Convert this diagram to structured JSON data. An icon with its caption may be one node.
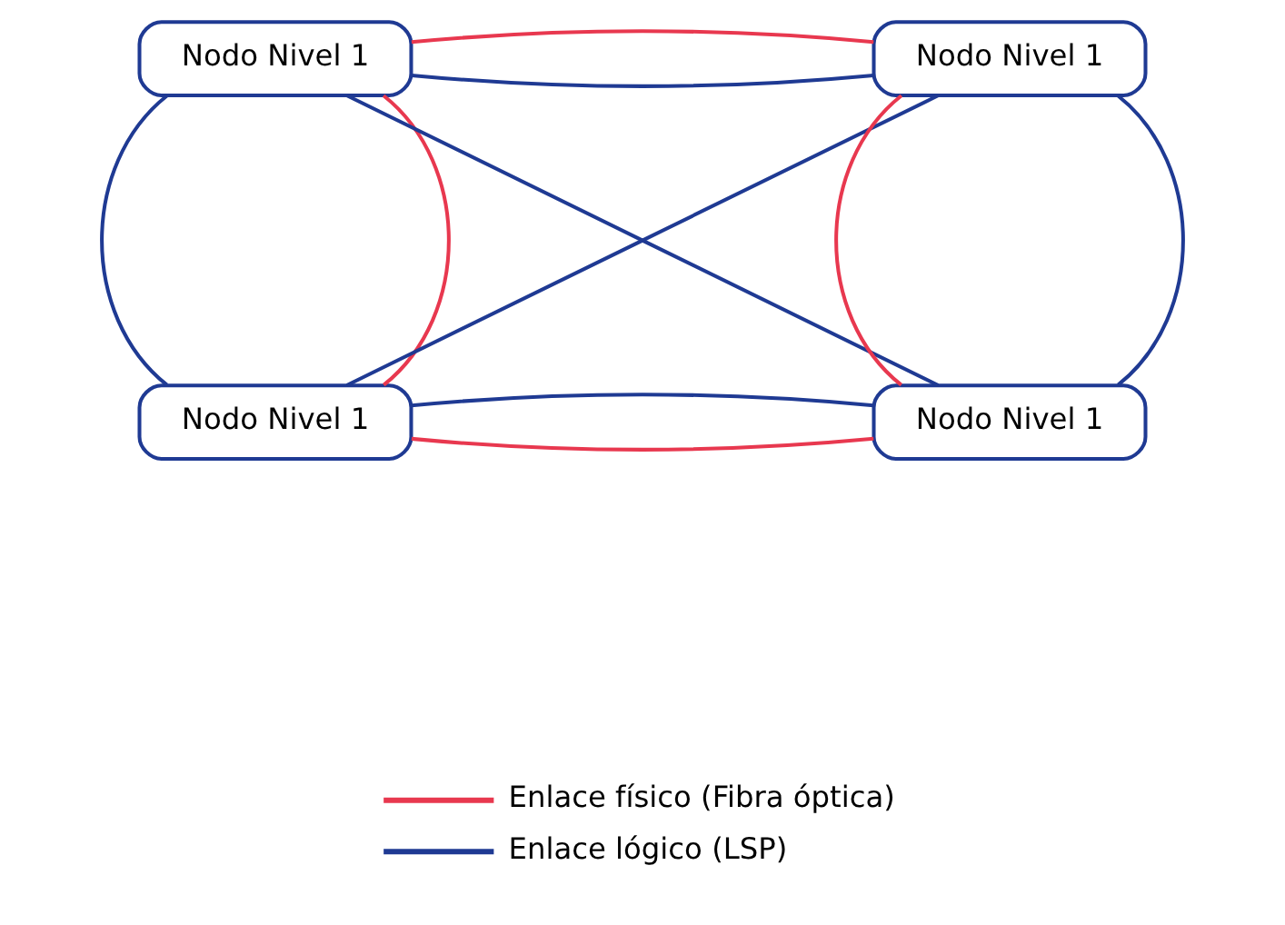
{
  "diagram": {
    "nodes": [
      {
        "text": [
          "Nodo Nivel 1"
        ]
      },
      {
        "text": [
          "Nodo Nivel 1"
        ]
      },
      {
        "text": [
          "Nodo Nivel 1"
        ]
      },
      {
        "text": [
          "Nodo Nivel 1"
        ]
      }
    ],
    "edges": [
      {
        "from": 0,
        "to": 1,
        "arrow": "none"
      },
      {
        "from": 0,
        "to": 1,
        "arrow": "none",
        "color": "#e8384f"
      },
      {
        "from": 0,
        "to": 2,
        "arrow": "none"
      },
      {
        "from": 0,
        "to": 2,
        "arrow": "none",
        "color": "#e8384f"
      },
      {
        "from": 1,
        "to": 3,
        "arrow": "none",
        "color": "#e8384f"
      },
      {
        "from": 1,
        "to": 3,
        "arrow": "none"
      },
      {
        "from": 0,
        "to": 3,
        "arrow": "none"
      },
      {
        "from": 1,
        "to": 2,
        "arrow": "none"
      },
      {
        "from": 2,
        "to": 3,
        "arrow": "none",
        "color": "#e8384f"
      },
      {
        "from": 2,
        "to": 3,
        "arrow": "none"
      }
    ],
    "legend": [
      {
        "text": "Enlace físico (Fibra óptica)"
      },
      {
        "text": "Enlace lógico (LSP)"
      }
    ]
  }
}
